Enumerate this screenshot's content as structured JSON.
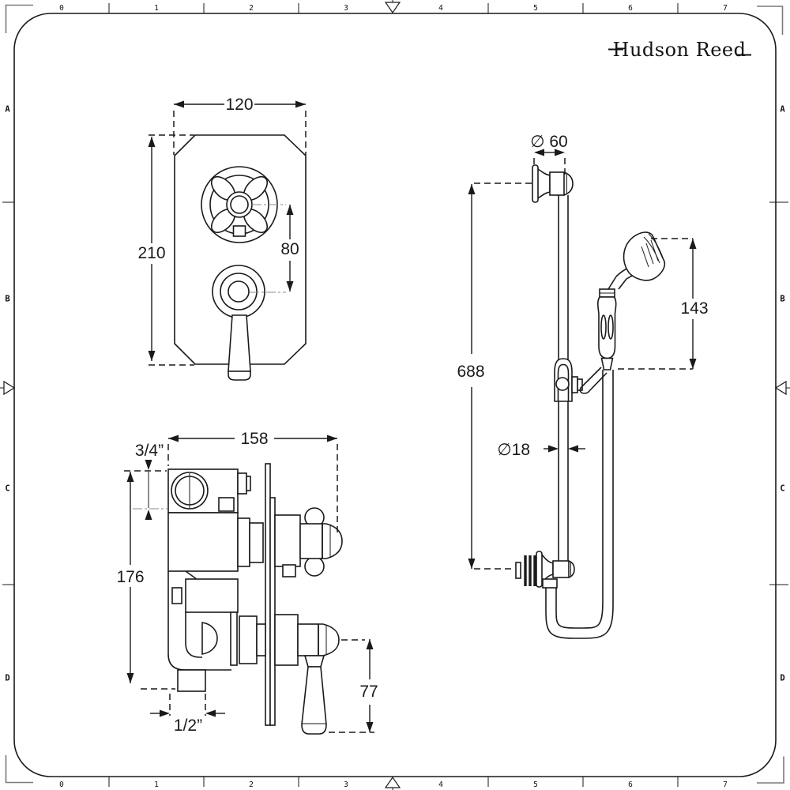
{
  "colors": {
    "ink": "#1a1a1a",
    "registration_gray": "#7a7a7a",
    "background": "#ffffff"
  },
  "logo": {
    "brand": "Hudson Reed"
  },
  "rulers": {
    "top": [
      "0",
      "1",
      "2",
      "3",
      "4",
      "5",
      "6",
      "7"
    ],
    "bottom": [
      "0",
      "1",
      "2",
      "3",
      "4",
      "5",
      "6",
      "7"
    ],
    "left": [
      "A",
      "B",
      "C",
      "D"
    ],
    "right": [
      "A",
      "B",
      "C",
      "D"
    ]
  },
  "dimensions": {
    "faceplate": {
      "width": "120",
      "height": "210",
      "control_spacing": "80"
    },
    "valve": {
      "width": "158",
      "top_connection": "3/4”",
      "height": "176",
      "bottom_connection": "1/2”",
      "lever_length": "77"
    },
    "rail": {
      "wall_bracket_diameter": "∅ 60",
      "handset_length": "143",
      "rail_height": "688",
      "rail_diameter": "∅18"
    }
  }
}
